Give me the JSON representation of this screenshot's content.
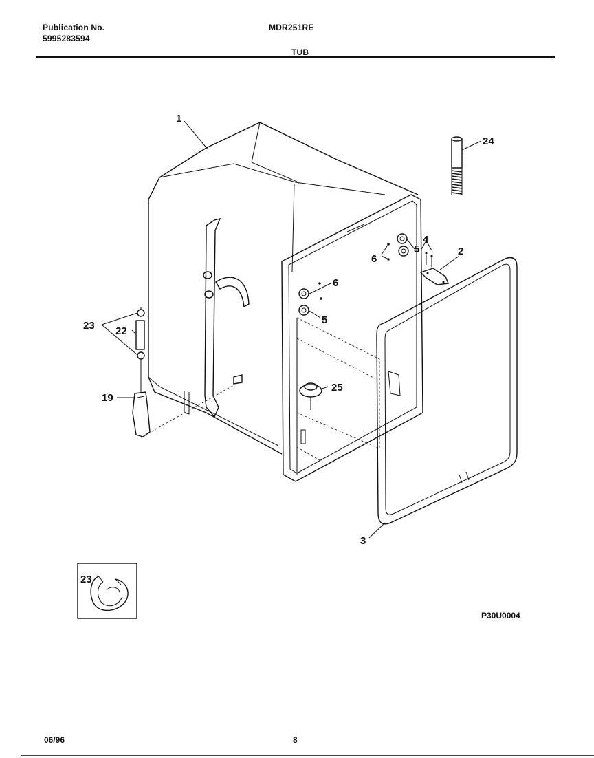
{
  "header": {
    "publication_label": "Publication No.",
    "publication_number": "5995283594",
    "model": "MDR251RE",
    "section_title": "TUB"
  },
  "callouts": {
    "c1": "1",
    "c2": "2",
    "c3": "3",
    "c4": "4",
    "c5a": "5",
    "c5b": "5",
    "c6a": "6",
    "c6b": "6",
    "c19": "19",
    "c22": "22",
    "c23": "23",
    "c23_inset": "23",
    "c24": "24",
    "c25": "25"
  },
  "diagram_code": "P30U0004",
  "footer": {
    "date": "06/96",
    "page": "8"
  }
}
